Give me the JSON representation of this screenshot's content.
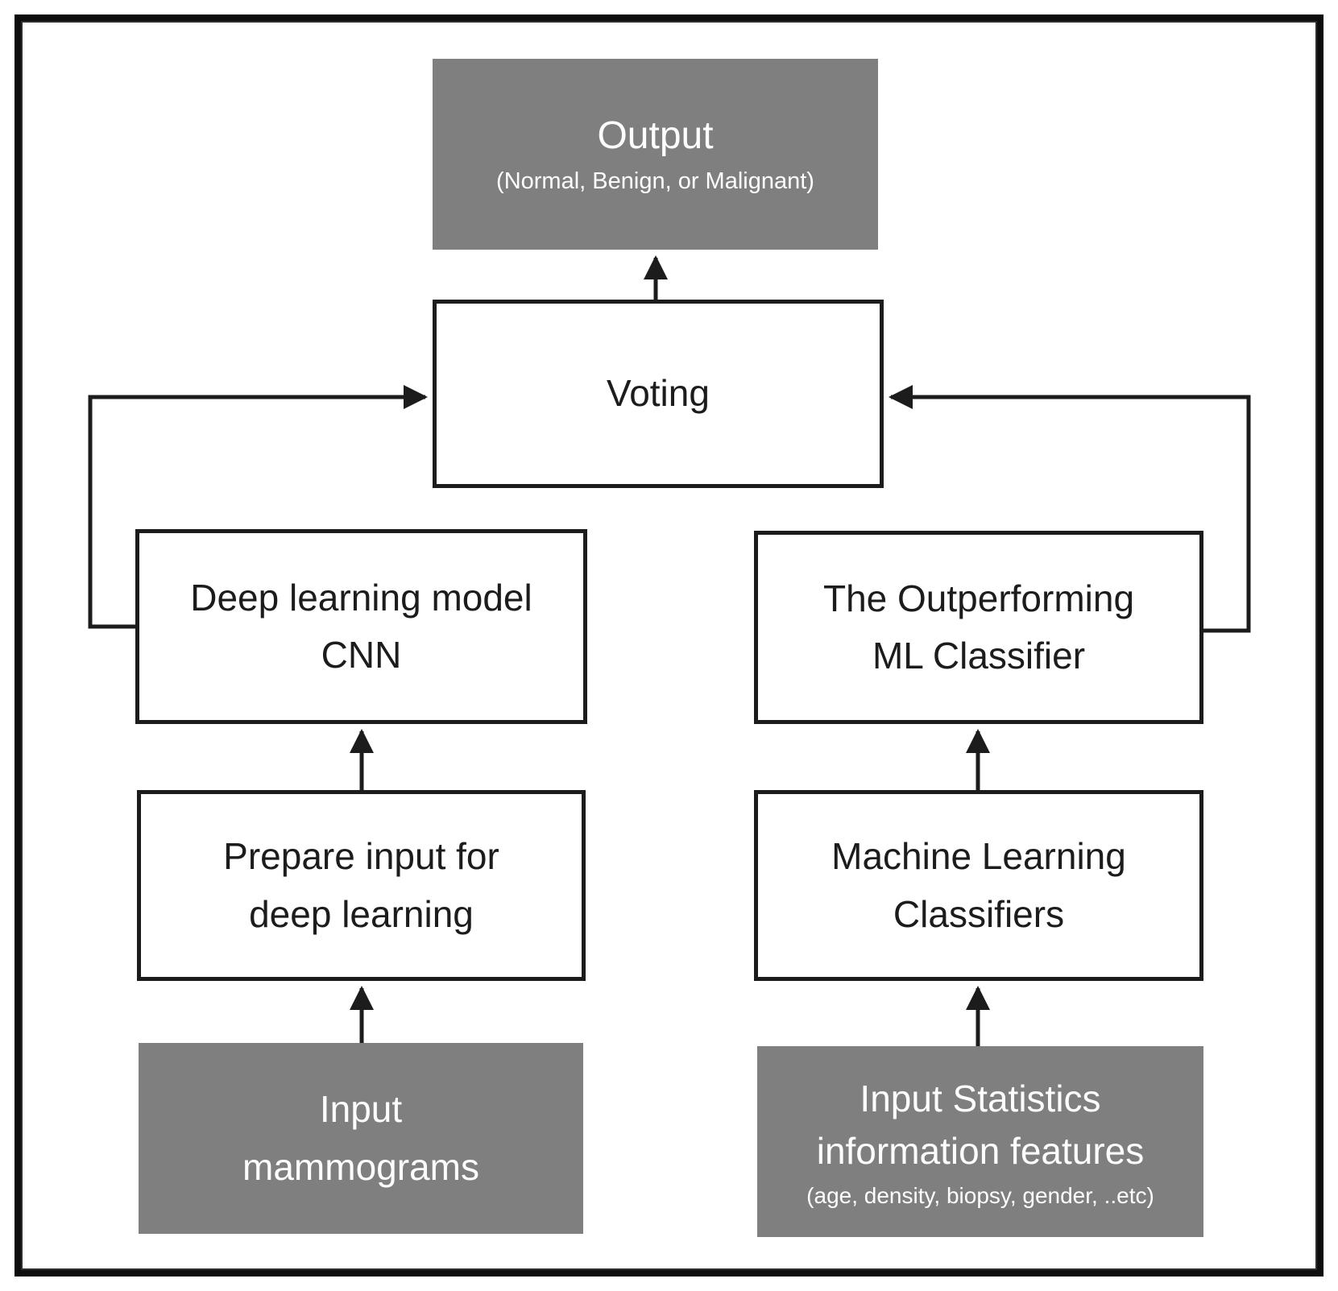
{
  "nodes": {
    "output": {
      "title": "Output",
      "subtitle": "(Normal, Benign, or Malignant)"
    },
    "voting": {
      "label": "Voting"
    },
    "cnn": {
      "line1": "Deep learning model",
      "line2": "CNN"
    },
    "outperforming": {
      "line1": "The Outperforming",
      "line2": "ML Classifier"
    },
    "prepare": {
      "line1": "Prepare input for",
      "line2": "deep learning"
    },
    "ml_classifiers": {
      "line1": "Machine Learning",
      "line2": "Classifiers"
    },
    "input_mammograms": {
      "line1": "Input",
      "line2": "mammograms"
    },
    "input_statistics": {
      "line1": "Input Statistics",
      "line2": "information features",
      "subtitle": "(age, density, biopsy, gender, ..etc)"
    }
  },
  "edges": [
    {
      "from": "input_mammograms",
      "to": "prepare"
    },
    {
      "from": "prepare",
      "to": "cnn"
    },
    {
      "from": "cnn",
      "to": "voting"
    },
    {
      "from": "input_statistics",
      "to": "ml_classifiers"
    },
    {
      "from": "ml_classifiers",
      "to": "outperforming"
    },
    {
      "from": "outperforming",
      "to": "voting"
    },
    {
      "from": "voting",
      "to": "output"
    }
  ],
  "colors": {
    "box_gray": "#7f7f7f",
    "box_white": "#ffffff",
    "stroke": "#1c1c1c",
    "text_on_gray": "#fdfdfd",
    "text_on_white": "#1c1c1c"
  }
}
